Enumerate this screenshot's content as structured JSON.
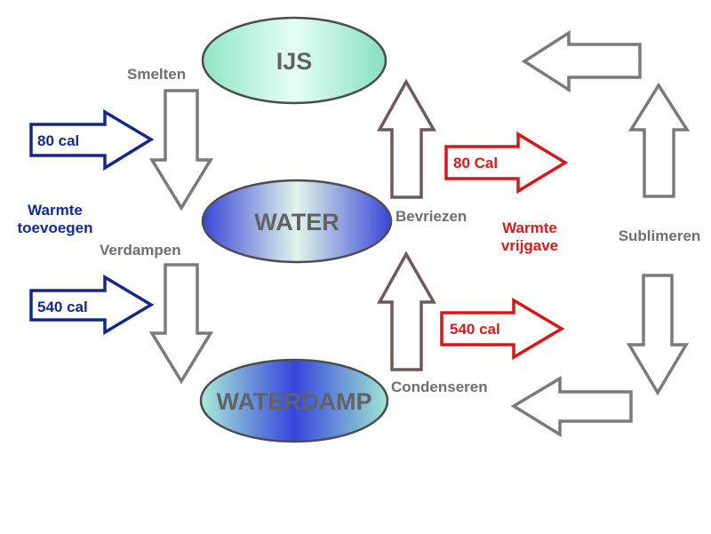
{
  "states": {
    "ice": "IJS",
    "water": "WATER",
    "vapor": "WATERDAMP"
  },
  "processes": {
    "melting": "Smelten",
    "evaporating": "Verdampen",
    "freezing": "Bevriezen",
    "condensing": "Condenseren",
    "sublimating": "Sublimeren"
  },
  "heat_in": {
    "line1": "Warmte",
    "line2": "toevoegen",
    "melting_value": "80 cal",
    "evaporating_value": "540 cal"
  },
  "heat_out": {
    "line1": "Warmte",
    "line2": "vrijgave",
    "freezing_value": "80 Cal",
    "condensing_value": "540 cal"
  },
  "colors": {
    "heat_in": "#122a96",
    "heat_out": "#d81a1a",
    "process_labels": "#707070"
  }
}
